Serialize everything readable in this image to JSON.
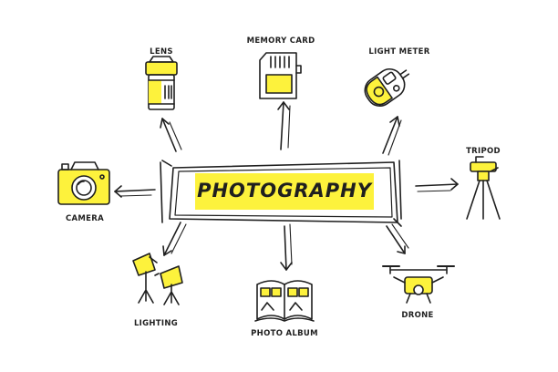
{
  "center": {
    "title": "PHOTOGRAPHY"
  },
  "nodes": {
    "lens": "LENS",
    "memory_card": "MEMORY CARD",
    "light_meter": "LIGHT METER",
    "tripod": "TRIPOD",
    "camera": "CAMERA",
    "lighting": "LIGHTING",
    "photo_album": "PHOTO ALBUM",
    "drone": "DRONE"
  },
  "colors": {
    "accent": "#fdf23c",
    "ink": "#1f1f1f",
    "background": "#ffffff"
  },
  "icons": [
    "lens-icon",
    "memory-card-icon",
    "light-meter-icon",
    "tripod-icon",
    "camera-icon",
    "lighting-icon",
    "photo-album-icon",
    "drone-icon"
  ]
}
